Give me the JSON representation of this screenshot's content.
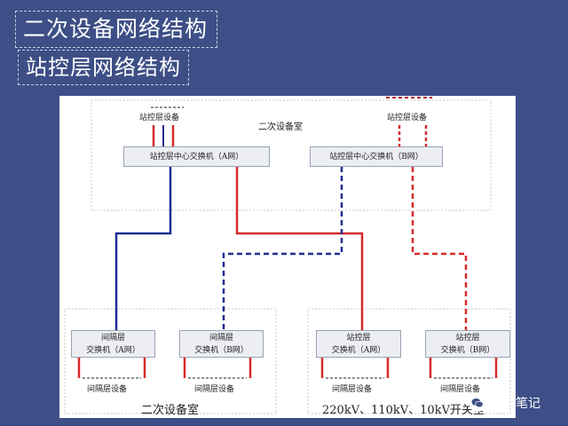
{
  "titles": {
    "main": "二次设备网络结构",
    "sub": "站控层网络结构"
  },
  "top_room": {
    "label": "二次设备室",
    "device_left": "站控层设备",
    "device_right": "站控层设备",
    "switch_a": "站控层中心交换机（A网）",
    "switch_b": "站控层中心交换机（B网）"
  },
  "bottom_left_room": {
    "label": "二次设备室",
    "switch_a_line1": "间隔层",
    "switch_a_line2": "交换机（A网）",
    "switch_b_line1": "间隔层",
    "switch_b_line2": "交换机（B网）",
    "device_1": "间隔层设备",
    "device_2": "间隔层设备"
  },
  "bottom_right_room": {
    "label": "220kV、110kV、10kV开关室",
    "switch_a_line1": "站控层",
    "switch_a_line2": "交换机（A网）",
    "switch_b_line1": "站控层",
    "switch_b_line2": "交换机（B网）",
    "device_1": "间隔层设备",
    "device_2": "间隔层设备"
  },
  "watermark": {
    "text": "电力笔记",
    "icon": "wechat-icon"
  },
  "colors": {
    "background": "#3d4f86",
    "net_a_blue": "#1f2e91",
    "net_red": "#d62a2a",
    "room_border": "#b8b8b8"
  }
}
